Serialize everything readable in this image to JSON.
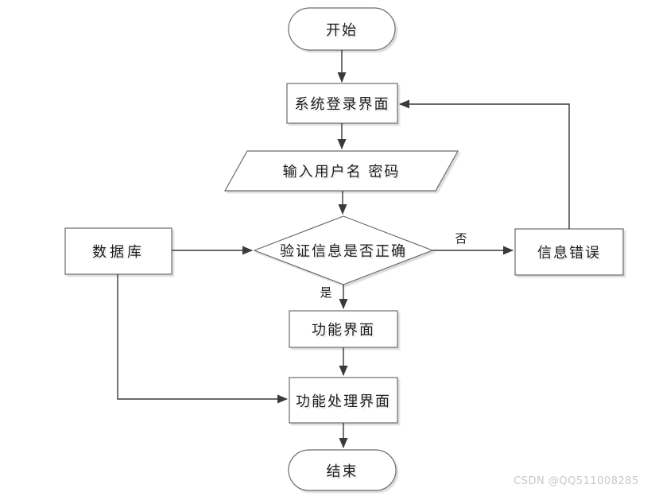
{
  "flowchart": {
    "nodes": {
      "start": {
        "label": "开始",
        "shape": "terminator"
      },
      "login": {
        "label": "系统登录界面",
        "shape": "process"
      },
      "input": {
        "label": "输入用户名 密码",
        "shape": "input-output"
      },
      "verify": {
        "label": "验证信息是否正确",
        "shape": "decision"
      },
      "database": {
        "label": "数据库",
        "shape": "process"
      },
      "error": {
        "label": "信息错误",
        "shape": "process"
      },
      "func": {
        "label": "功能界面",
        "shape": "process"
      },
      "funcproc": {
        "label": "功能处理界面",
        "shape": "process"
      },
      "end": {
        "label": "结束",
        "shape": "terminator"
      }
    },
    "edge_labels": {
      "yes": "是",
      "no": "否"
    },
    "edges": [
      {
        "from": "开始",
        "to": "系统登录界面"
      },
      {
        "from": "系统登录界面",
        "to": "输入用户名 密码"
      },
      {
        "from": "输入用户名 密码",
        "to": "验证信息是否正确"
      },
      {
        "from": "验证信息是否正确",
        "to": "功能界面",
        "label": "是"
      },
      {
        "from": "验证信息是否正确",
        "to": "信息错误",
        "label": "否"
      },
      {
        "from": "信息错误",
        "to": "系统登录界面"
      },
      {
        "from": "数据库",
        "to": "验证信息是否正确"
      },
      {
        "from": "数据库",
        "to": "功能处理界面"
      },
      {
        "from": "功能界面",
        "to": "功能处理界面"
      },
      {
        "from": "功能处理界面",
        "to": "结束"
      }
    ],
    "colors": {
      "shape_fill": "#ffffff",
      "shape_border": "#6b6b6b",
      "arrow_line": "#3a3a3a",
      "text": "#1c1c1c",
      "watermark": "#c8c8cd",
      "background": "#ffffff"
    }
  },
  "watermark": {
    "text": "CSDN @QQ511008285"
  }
}
